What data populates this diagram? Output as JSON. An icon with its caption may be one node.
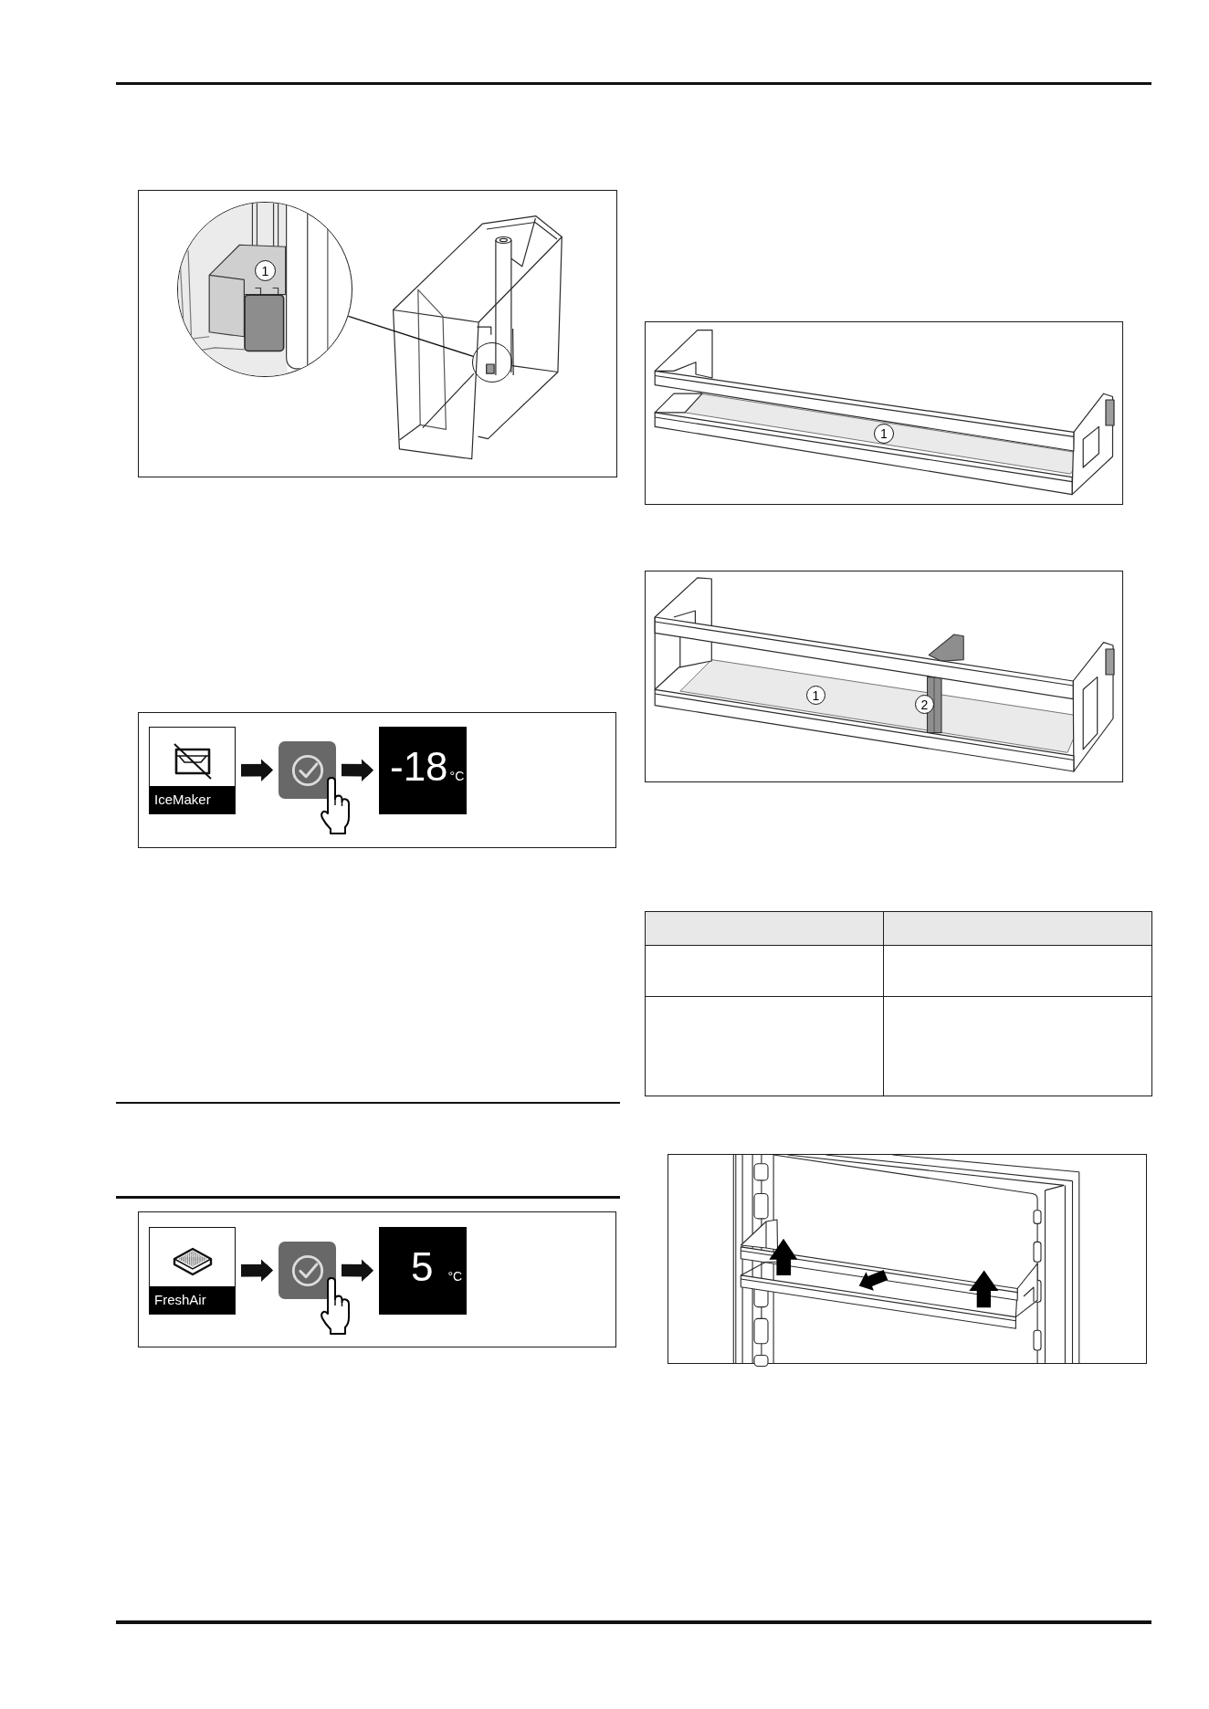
{
  "diagram": {
    "nodes": [
      {
        "text": [],
        "shape": "circle"
      },
      {
        "text": [],
        "shape": "circle"
      },
      {
        "text": [
          "IceMaker"
        ]
      },
      {
        "text": [],
        "shape": "box"
      },
      {
        "text": [
          "-18",
          "°C"
        ]
      },
      {
        "text": [
          "FreshAir"
        ]
      },
      {
        "text": [],
        "shape": "box"
      },
      {
        "text": [
          "5",
          "°C"
        ]
      }
    ],
    "edges": [
      {
        "from": 0,
        "to": 1,
        "arrow": "none"
      },
      {
        "from": 2,
        "to": 3,
        "arrow": "to"
      },
      {
        "from": 3,
        "to": 4,
        "arrow": "to"
      },
      {
        "from": 5,
        "to": 6,
        "arrow": "to"
      },
      {
        "from": 6,
        "to": 7,
        "arrow": "to"
      }
    ],
    "labels": [
      "1",
      "1",
      "1",
      "2"
    ]
  }
}
